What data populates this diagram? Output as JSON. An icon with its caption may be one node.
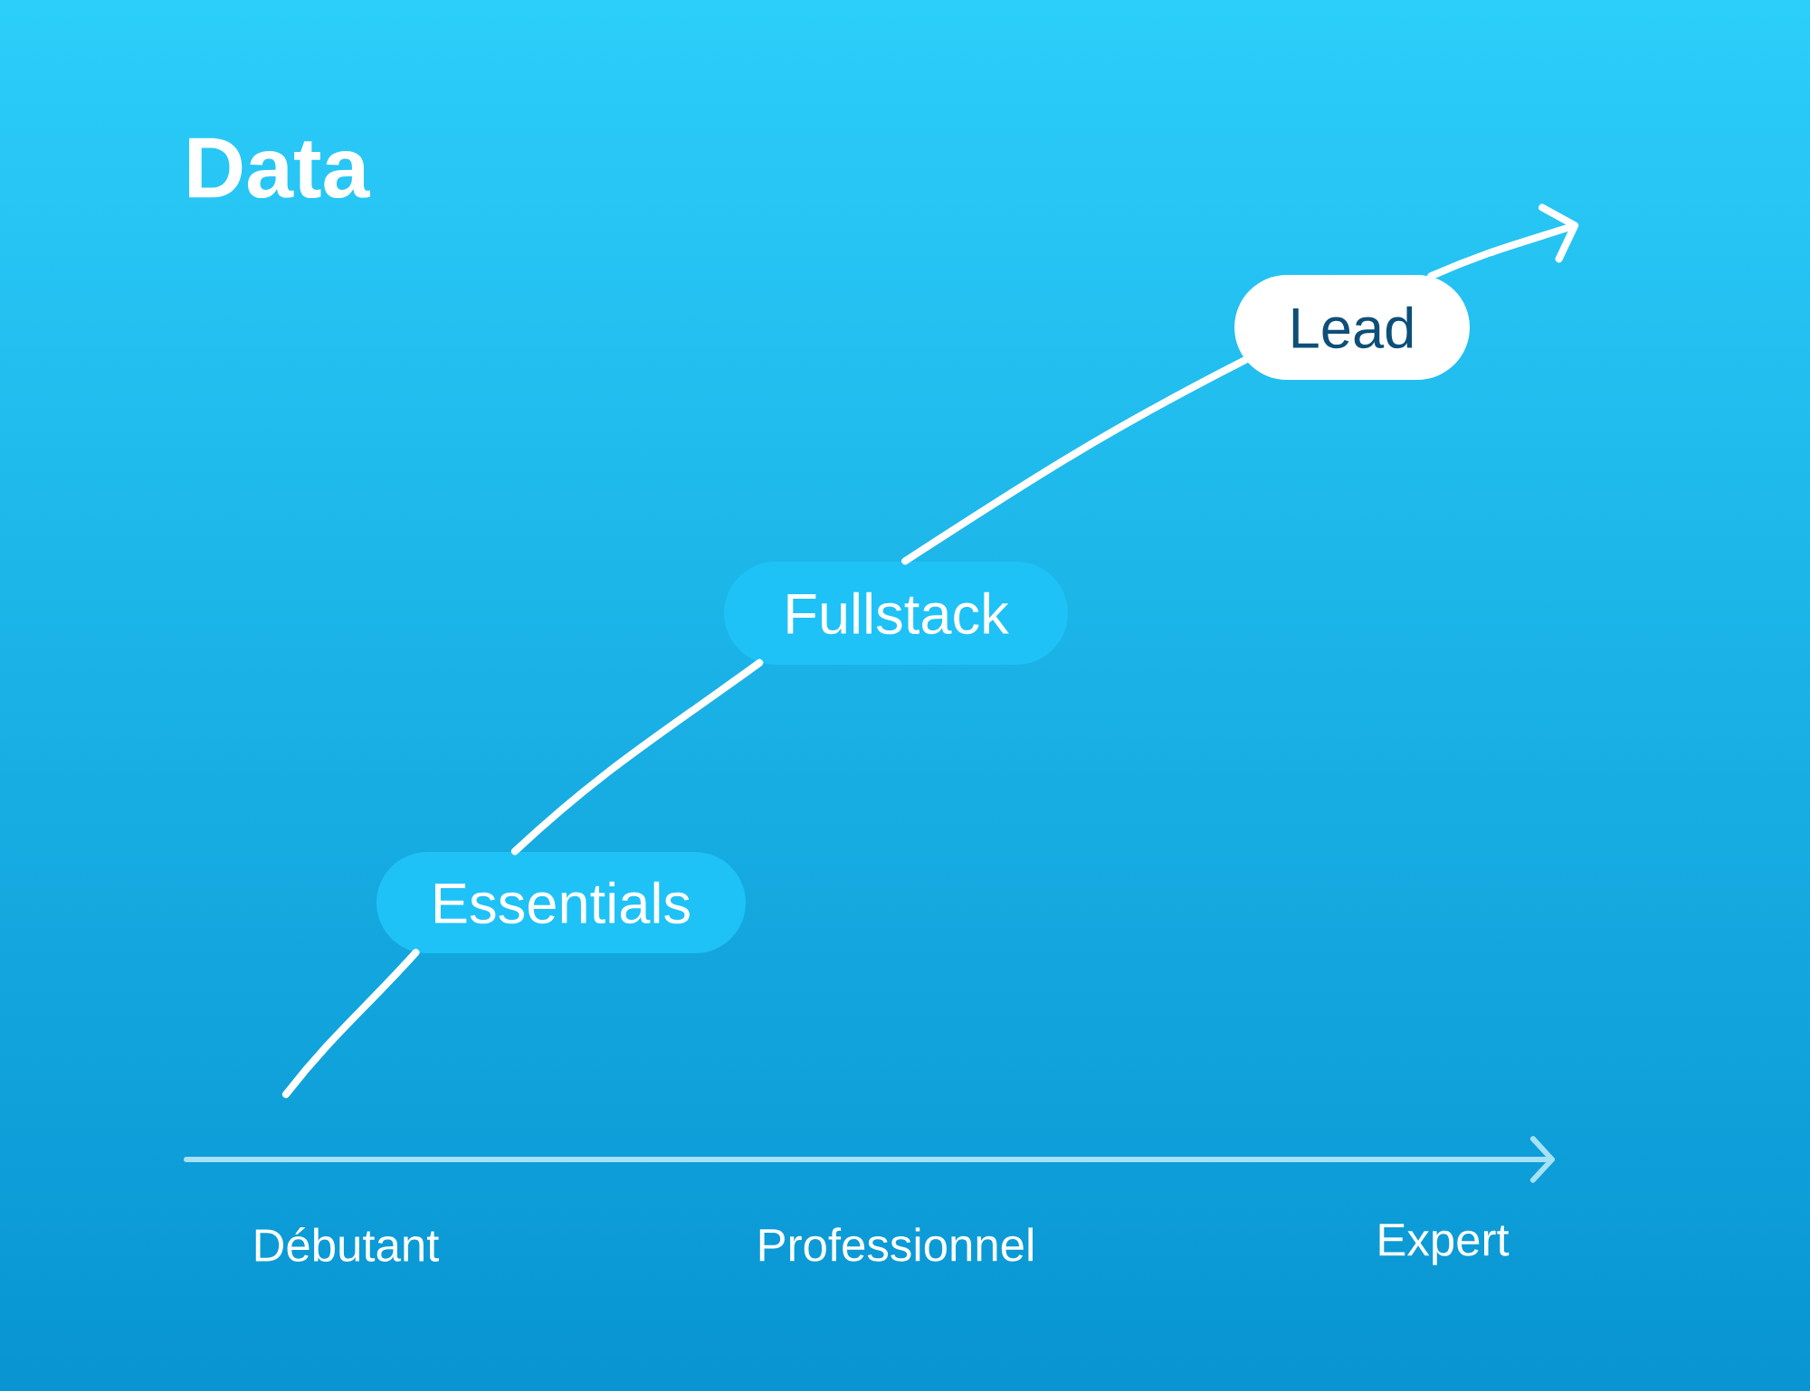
{
  "diagram": {
    "title": "Data",
    "nodes": [
      {
        "text": [
          "Essentials"
        ]
      },
      {
        "text": [
          "Fullstack"
        ]
      },
      {
        "text": [
          "Lead"
        ]
      }
    ],
    "edges": [
      {
        "from": null,
        "to": 0,
        "arrow": "none"
      },
      {
        "from": 0,
        "to": 1,
        "arrow": "none"
      },
      {
        "from": 1,
        "to": 2,
        "arrow": "none"
      },
      {
        "from": 2,
        "to": null,
        "arrow": "to"
      }
    ],
    "labels": [
      "Débutant",
      "Professionnel",
      "Expert"
    ]
  }
}
